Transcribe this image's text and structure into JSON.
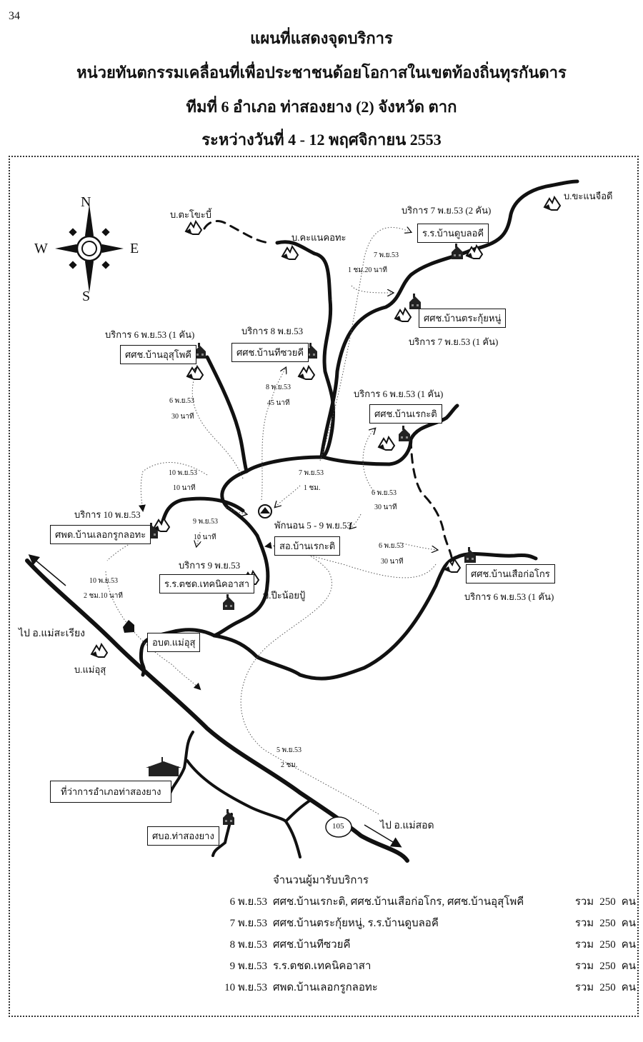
{
  "page_number": "34",
  "title": {
    "line1": "แผนที่แสดงจุดบริการ",
    "line2": "หน่วยทันตกรรมเคลื่อนที่เพื่อประชาชนด้อยโอกาสในเขตท้องถิ่นทุรกันดาร",
    "line3": "ทีมที่ 6 อำเภอ ท่าสองยาง (2) จังหวัด ตาก",
    "line4": "ระหว่างวันที่ 4 - 12 พฤศจิกายน 2553"
  },
  "compass": {
    "n": "N",
    "s": "S",
    "e": "E",
    "w": "W"
  },
  "villages": {
    "ta_chai_bi": "บ.ตะโขะบี้",
    "kanae_kho_tha": "บ.คะแนคอทะ",
    "kha_nae_cho_di": "บ.ขะแนจือดี",
    "pi_noi_pu": "บ.ปีะน้อยปู้",
    "mae_usu": "บ.แม่อุสุ"
  },
  "service_points": [
    {
      "id": "rr_dubloki",
      "name": "ร.ร.บ้านดูบลอคี",
      "service": "บริการ 7 พ.ย.53  (2 คัน)"
    },
    {
      "id": "ssch_trakuinu",
      "name": "ศศช.บ้านตระกุ้ยหนู่",
      "service": "บริการ 7 พ.ย.53  (1 คัน)"
    },
    {
      "id": "ssch_usuphodi",
      "name": "ศศช.บ้านอุสุโพคี",
      "service": "บริการ 6 พ.ย.53  (1 คัน)"
    },
    {
      "id": "ssch_thisuaiki",
      "name": "ศศช.บ้านทีซวยคี",
      "service": "บริการ 8 พ.ย.53"
    },
    {
      "id": "ssch_rekati",
      "name": "ศศช.บ้านเรกะติ",
      "service": "บริการ 6 พ.ย.53  (1 คัน)"
    },
    {
      "id": "sphd_loekruklotha",
      "name": "ศพด.บ้านเลอกรูกลอทะ",
      "service": "บริการ 10 พ.ย.53"
    },
    {
      "id": "rr_tchd_technicasa",
      "name": "ร.ร.ตชด.เทคนิคอาสา",
      "service": "บริการ 9 พ.ย.53"
    },
    {
      "id": "ssch_suea_kokro",
      "name": "ศศช.บ้านเสือก่อโกร",
      "service": "บริการ 6 พ.ย.53  (1 คัน)"
    }
  ],
  "base": {
    "name": "สอ.บ้านเรกะติ",
    "note": "พักนอน 5 -  9 พ.ย.53"
  },
  "other_places": {
    "obt": "อบต.แม่อุสุ",
    "district_office": "ที่ว่าการอำเภอท่าสองยาง",
    "health_center": "ศบอ.ท่าสองยาง",
    "to_mae_sariang": "ไป อ.แม่สะเรียง",
    "to_mae_sot": "ไป อ.แม่สอด",
    "highway": "105"
  },
  "travel_notes": [
    {
      "id": "t7a",
      "date": "7 พ.ย.53",
      "time": "1 ชม.20 นาที"
    },
    {
      "id": "t6a",
      "date": "6 พ.ย.53",
      "time": "30 นาที"
    },
    {
      "id": "t8",
      "date": "8 พ.ย.53",
      "time": "45 นาที"
    },
    {
      "id": "t10a",
      "date": "10 พ.ย.53",
      "time": "10 นาที"
    },
    {
      "id": "t7b",
      "date": "7 พ.ย.53",
      "time": "1 ชม."
    },
    {
      "id": "t6b",
      "date": "6 พ.ย.53",
      "time": "30 นาที"
    },
    {
      "id": "t9",
      "date": "9 พ.ย.53",
      "time": "10 นาที"
    },
    {
      "id": "t6c",
      "date": "6 พ.ย.53",
      "time": "30 นาที"
    },
    {
      "id": "t10b",
      "date": "10 พ.ย.53",
      "time": "2 ชม.10 นาที"
    },
    {
      "id": "t5",
      "date": "5 พ.ย.53",
      "time": "2 ชม."
    }
  ],
  "summary": {
    "heading": "จำนวนผู้มารับบริการ",
    "rows": [
      {
        "date": "6 พ.ย.53",
        "sites": "ศศช.บ้านเรกะติ, ศศช.บ้านเสือก่อโกร, ศศช.บ้านอุสุโพคี",
        "total_label": "รวม",
        "count": "250",
        "unit": "คน"
      },
      {
        "date": "7 พ.ย.53",
        "sites": "ศศช.บ้านตระกุ้ยหนู่, ร.ร.บ้านดูบลอคี",
        "total_label": "รวม",
        "count": "250",
        "unit": "คน"
      },
      {
        "date": "8 พ.ย.53",
        "sites": "ศศช.บ้านทีซวยคี",
        "total_label": "รวม",
        "count": "250",
        "unit": "คน"
      },
      {
        "date": "9 พ.ย.53",
        "sites": "ร.ร.ตชด.เทคนิคอาสา",
        "total_label": "รวม",
        "count": "250",
        "unit": "คน"
      },
      {
        "date": "10 พ.ย.53",
        "sites": "ศพด.บ้านเลอกรูกลอทะ",
        "total_label": "รวม",
        "count": "250",
        "unit": "คน"
      }
    ]
  }
}
